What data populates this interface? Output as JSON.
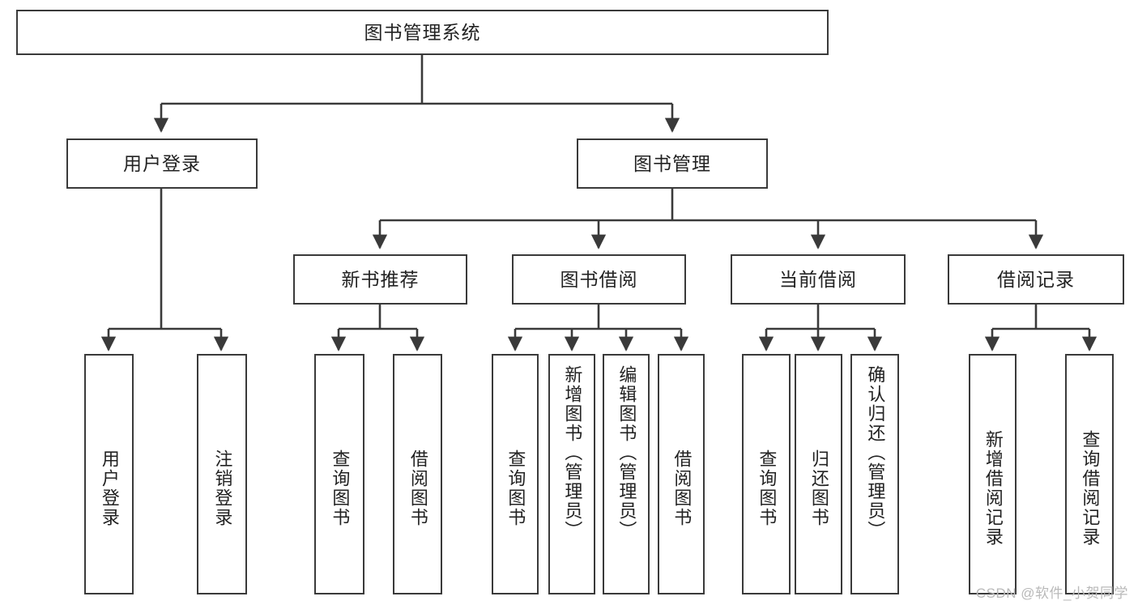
{
  "diagram": {
    "title": "图书管理系统",
    "watermark": "CSDN @软件_小贺同学",
    "levels": {
      "root": {
        "label": "图书管理系统"
      },
      "level2": [
        {
          "id": "user-login",
          "label": "用户登录"
        },
        {
          "id": "book-management",
          "label": "图书管理"
        }
      ],
      "level3": [
        {
          "id": "new-book-recommend",
          "label": "新书推荐"
        },
        {
          "id": "book-borrow",
          "label": "图书借阅"
        },
        {
          "id": "current-borrow",
          "label": "当前借阅"
        },
        {
          "id": "borrow-record",
          "label": "借阅记录"
        }
      ],
      "leaves": {
        "user_login": [
          {
            "id": "leaf-user-login",
            "label": "用户登录"
          },
          {
            "id": "leaf-logout-login",
            "label": "注销登录"
          }
        ],
        "new_book_recommend": [
          {
            "id": "leaf-query-book-1",
            "label": "查询图书"
          },
          {
            "id": "leaf-borrow-book-1",
            "label": "借阅图书"
          }
        ],
        "book_borrow": [
          {
            "id": "leaf-query-book-2",
            "label": "查询图书"
          },
          {
            "id": "leaf-add-book-admin",
            "label": "新增图书（管理员）"
          },
          {
            "id": "leaf-edit-book-admin",
            "label": "编辑图书（管理员）"
          },
          {
            "id": "leaf-borrow-book-2",
            "label": "借阅图书"
          }
        ],
        "current_borrow": [
          {
            "id": "leaf-query-book-3",
            "label": "查询图书"
          },
          {
            "id": "leaf-return-book",
            "label": "归还图书"
          },
          {
            "id": "leaf-confirm-return-admin",
            "label": "确认归还（管理员）"
          }
        ],
        "borrow_record": [
          {
            "id": "leaf-add-borrow-record",
            "label": "新增借阅记录"
          },
          {
            "id": "leaf-query-borrow-record",
            "label": "查询借阅记录"
          }
        ]
      }
    },
    "colors": {
      "stroke": "#3a3a3a",
      "text": "#222222",
      "background": "#ffffff",
      "watermark": "#b9b9b9"
    }
  }
}
